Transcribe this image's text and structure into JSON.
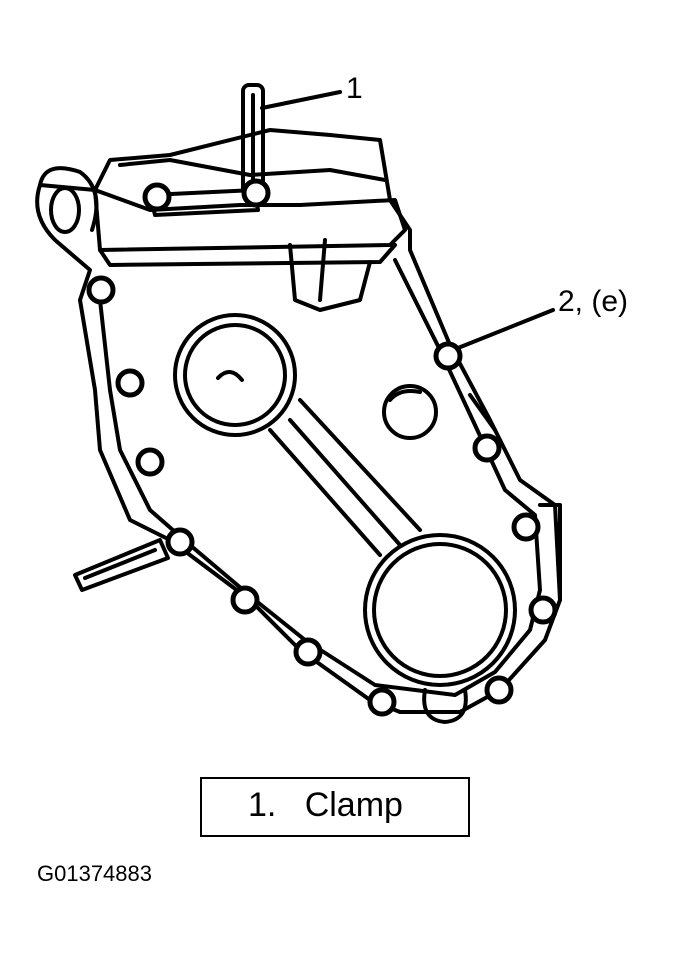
{
  "diagram": {
    "callouts": [
      {
        "id": "1",
        "label": "1"
      },
      {
        "id": "2",
        "label": "2, (e)"
      }
    ],
    "legend": {
      "text": "1.   Clamp"
    },
    "figure_id": "G01374883"
  },
  "colors": {
    "ink": "#000000",
    "paper": "#ffffff"
  }
}
